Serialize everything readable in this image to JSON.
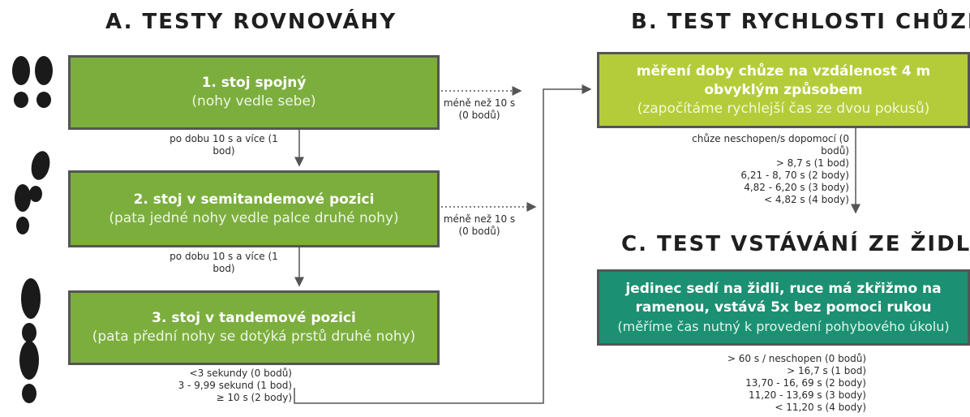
{
  "section_a": {
    "title": "A. TESTY ROVNOVÁHY",
    "steps": [
      {
        "title": "1. stoj spojný",
        "subtitle": "(nohy vedle sebe)",
        "pass_note": "po dobu 10 s a více (1 bod)",
        "fail_note": [
          "méně než 10 s",
          "(0 bodů)"
        ]
      },
      {
        "title": "2. stoj v semitandemové pozici",
        "subtitle": "(pata jedné nohy vedle palce druhé nohy)",
        "pass_note": "po dobu 10 s a více (1 bod)",
        "fail_note": [
          "méně než 10 s",
          "(0 bodů)"
        ]
      },
      {
        "title": "3. stoj v tandemové pozici",
        "subtitle": "(pata přední nohy se dotýká prstů druhé nohy)"
      }
    ],
    "scoring": [
      "<3 sekundy (0 bodů)",
      "3 - 9,99 sekund (1 bod)",
      "≥ 10 s (2 body)"
    ]
  },
  "section_b": {
    "title": "B. TEST RYCHLOSTI CHŮZE",
    "box": {
      "title": "měření doby chůze na vzdálenost 4 m obvyklým způsobem",
      "subtitle": "(započítáme rychlejší čas ze dvou pokusů)"
    },
    "scoring": [
      "chůze neschopen/s dopomocí (0 bodů)",
      "> 8,7 s (1 bod)",
      "6,21 - 8, 70 s (2 body)",
      "4,82 - 6,20 s (3 body)",
      "< 4,82 s (4 body)"
    ]
  },
  "section_c": {
    "title": "C. TEST VSTÁVÁNÍ ZE ŽIDLE",
    "box": {
      "title": "jedinec sedí na židli, ruce má zkřižmo na ramenou, vstává 5x bez pomoci rukou",
      "subtitle": "(měříme čas nutný k provedení pohybového úkolu)"
    },
    "scoring": [
      "> 60 s / neschopen (0 bodů)",
      "> 16,7 s (1 bod)",
      "13,70 - 16, 69 s (2 body)",
      "11,20 - 13,69 s (3 body)",
      "< 11,20 s (4 body)"
    ]
  },
  "colors": {
    "green": "#7cae3e",
    "lime": "#b5cc3a",
    "teal": "#1c9072",
    "border": "#555555",
    "feet": "#1a1a1a"
  },
  "icons": [
    "feet-together-icon",
    "feet-semitandem-icon",
    "feet-tandem-icon"
  ]
}
